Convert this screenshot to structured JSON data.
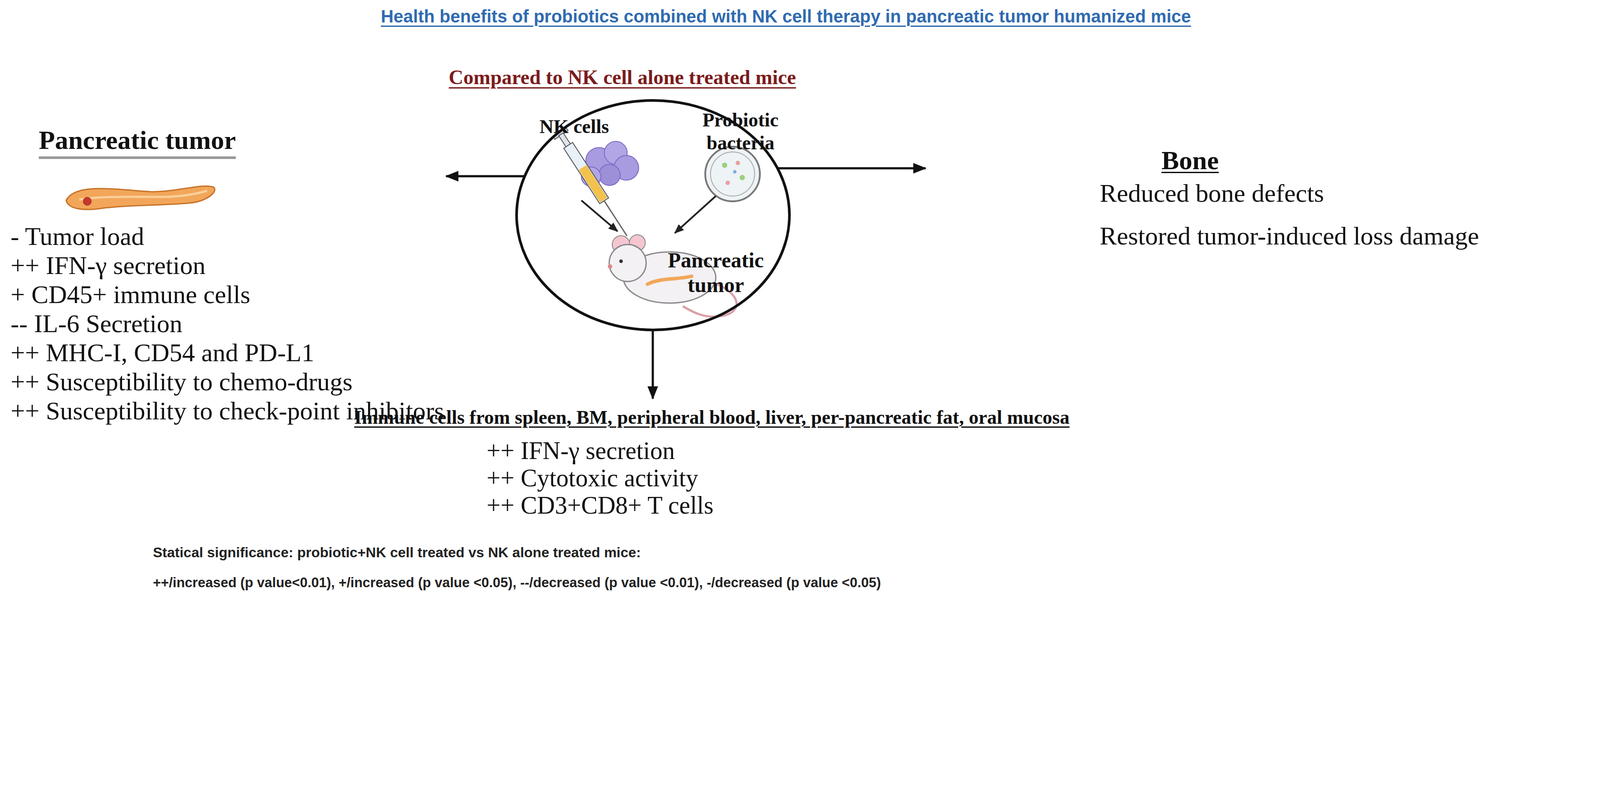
{
  "diagram": {
    "title": "Health benefits of probiotics combined with NK cell therapy in pancreatic tumor humanized mice",
    "nodes": [
      {
        "text": [
          "NK cells",
          "Probiotic bacteria",
          "Pancreatic tumor"
        ]
      },
      {
        "text": [
          "Pancreatic tumor",
          "- Tumor load",
          "++ IFN-γ secretion",
          "+ CD45+ immune cells",
          "-- IL-6 Secretion",
          "++ MHC-I, CD54 and PD-L1",
          "++ Susceptibility to chemo-drugs",
          "++ Susceptibility to check-point inhibitors"
        ]
      },
      {
        "text": [
          "Bone",
          "Reduced bone defects",
          "Restored tumor-induced loss damage"
        ]
      },
      {
        "text": [
          "Immune cells from spleen, BM, peripheral blood, liver, per-pancreatic fat, oral mucosa",
          "++ IFN-γ secretion",
          "++ Cytotoxic activity",
          "++ CD3+CD8+ T cells"
        ]
      }
    ],
    "edges": [
      {
        "from": 0,
        "to": 1,
        "arrow": "to"
      },
      {
        "from": 0,
        "to": 2,
        "arrow": "to"
      },
      {
        "from": 0,
        "to": 3,
        "arrow": "to"
      }
    ],
    "labels": [
      "Compared to NK cell alone treated mice",
      "Statical significance: probiotic+NK cell treated vs NK alone treated mice:",
      "++/increased (p value<0.01), +/increased (p value <0.05), --/decreased (p value <0.01), -/decreased (p value <0.05)"
    ]
  }
}
